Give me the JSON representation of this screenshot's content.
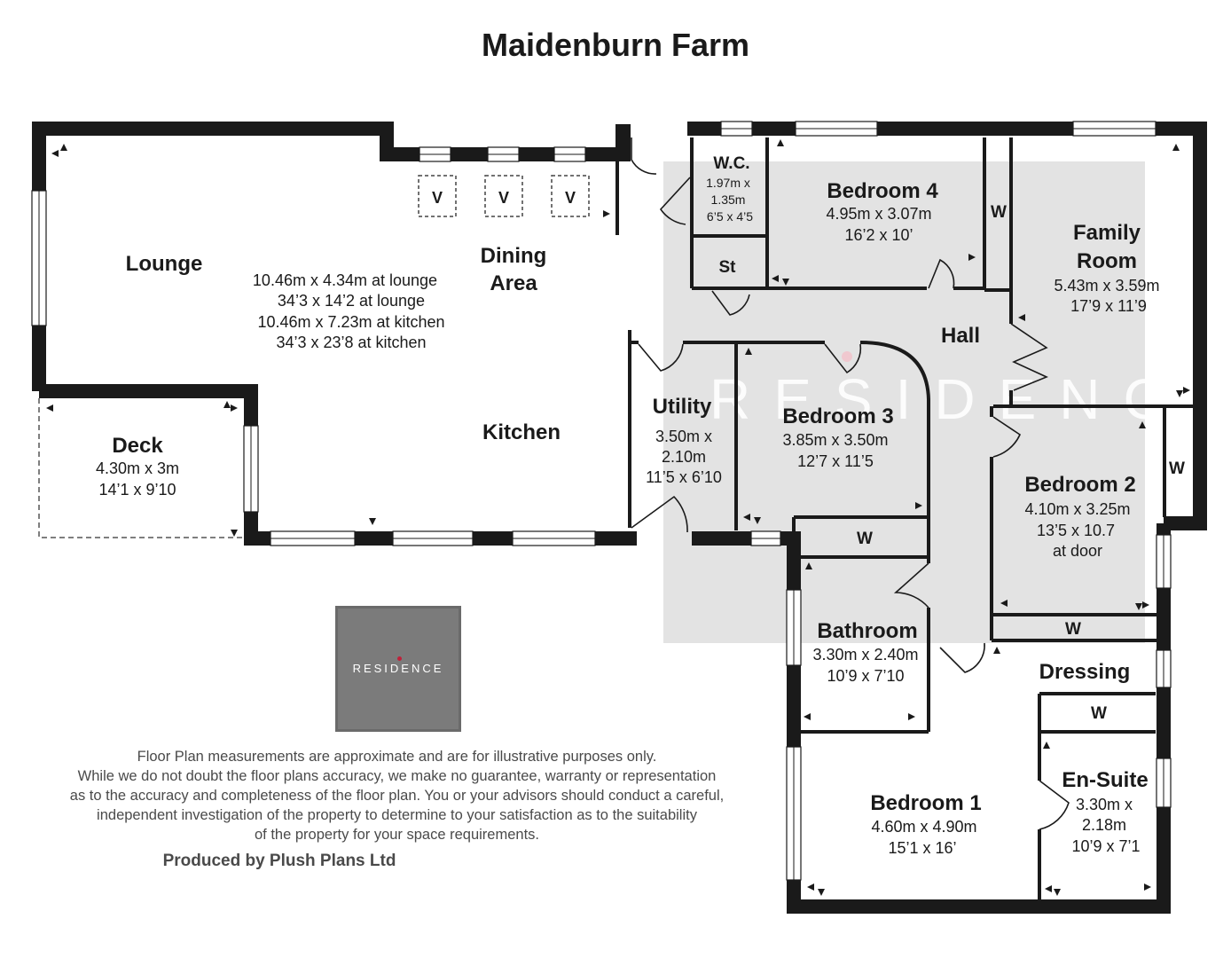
{
  "title": "Maidenburn Farm",
  "watermark": {
    "text": "RESIDENCE"
  },
  "logo": {
    "text": "RESIDENCE"
  },
  "rooms": {
    "lounge": {
      "name": "Lounge"
    },
    "dining": {
      "name_line1": "Dining",
      "name_line2": "Area"
    },
    "open_plan_dims": [
      "10.46m x 4.34m at lounge",
      "34’3 x 14’2 at lounge",
      "10.46m x 7.23m at kitchen",
      "34’3 x 23’8 at kitchen"
    ],
    "kitchen": {
      "name": "Kitchen"
    },
    "deck": {
      "name": "Deck",
      "dim_metric": "4.30m x 3m",
      "dim_imperial": "14’1 x 9’10"
    },
    "wc": {
      "name": "W.C.",
      "dim_line1": "1.97m x",
      "dim_line2": "1.35m",
      "dim_line3": "6’5 x 4’5"
    },
    "store": {
      "name": "St"
    },
    "bedroom4": {
      "name": "Bedroom 4",
      "dim_metric": "4.95m x 3.07m",
      "dim_imperial": "16’2 x 10’"
    },
    "family": {
      "name_line1": "Family",
      "name_line2": "Room",
      "dim_metric": "5.43m x 3.59m",
      "dim_imperial": "17’9 x 11’9"
    },
    "hall": {
      "name": "Hall"
    },
    "utility": {
      "name": "Utility",
      "dim_line1": "3.50m x",
      "dim_line2": "2.10m",
      "dim_line3": "11’5 x 6’10"
    },
    "bedroom3": {
      "name": "Bedroom 3",
      "dim_metric": "3.85m x 3.50m",
      "dim_imperial": "12’7 x 11’5"
    },
    "bedroom2": {
      "name": "Bedroom 2",
      "dim_metric": "4.10m x 3.25m",
      "dim_imperial": "13’5 x 10.7",
      "note": "at door"
    },
    "bathroom": {
      "name": "Bathroom",
      "dim_metric": "3.30m x 2.40m",
      "dim_imperial": "10’9 x 7’10"
    },
    "dressing": {
      "name": "Dressing"
    },
    "bedroom1": {
      "name": "Bedroom 1",
      "dim_metric": "4.60m x 4.90m",
      "dim_imperial": "15’1  x 16’"
    },
    "ensuite": {
      "name": "En-Suite",
      "dim_line1": "3.30m x",
      "dim_line2": "2.18m",
      "dim_line3": "10’9 x 7’1"
    }
  },
  "wardrobe_label": "W",
  "velux_label": "V",
  "disclaimer": [
    "Floor Plan measurements are approximate and are for illustrative purposes only.",
    "While we do not doubt the floor plans accuracy, we make no guarantee, warranty or representation",
    "as to the accuracy and completeness of the floor plan. You or your advisors should conduct a careful,",
    "independent investigation of the property to determine to your satisfaction as to the suitability",
    "of the property for your space requirements."
  ],
  "produced_by": "Produced by Plush Plans Ltd",
  "colors": {
    "wall": "#1a1a1a",
    "watermark_bg": "#e3e3e3",
    "logo_bg": "#7b7b7b",
    "logo_dot": "#c0203a"
  }
}
